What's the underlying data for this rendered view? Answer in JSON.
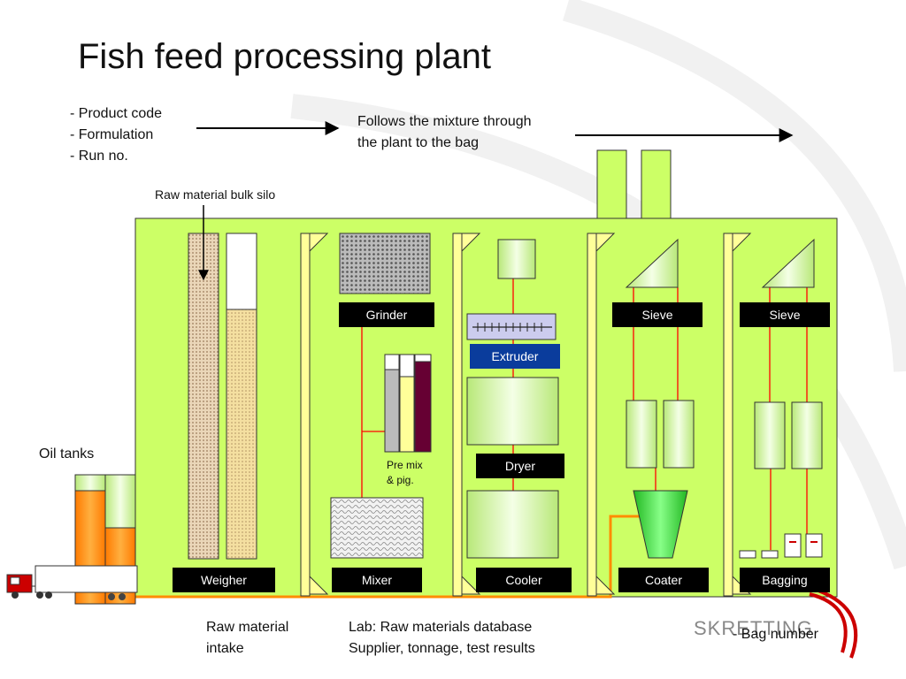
{
  "title": "Fish feed processing plant",
  "info": {
    "left_lines": [
      "- Product code",
      "- Formulation",
      "- Run no."
    ],
    "middle_lines": [
      "Follows the mixture through",
      "the plant to the bag"
    ]
  },
  "labels": {
    "silo": "Raw material bulk silo",
    "oil_tanks": "Oil tanks",
    "premix": [
      "Pre mix",
      "& pig."
    ],
    "grinder": "Grinder",
    "extruder": "Extruder",
    "dryer": "Dryer",
    "sieve_1": "Sieve",
    "sieve_2": "Sieve",
    "weigher": "Weigher",
    "mixer": "Mixer",
    "cooler": "Cooler",
    "coater": "Coater",
    "bagging": "Bagging"
  },
  "footer": {
    "intake": [
      "Raw material",
      "intake"
    ],
    "lab": [
      "Lab: Raw materials database",
      "Supplier, tonnage, test results"
    ],
    "bag_number": "- Bag number"
  },
  "logo": {
    "text": "SKRETTING"
  },
  "colors": {
    "plant": "#ccff66",
    "machine": "#ccff99",
    "pipe": "#ff0000",
    "oil": "#ff8c00",
    "coater": "#33cc33",
    "label": "#000000",
    "extruder_label": "#0a3c9c"
  }
}
